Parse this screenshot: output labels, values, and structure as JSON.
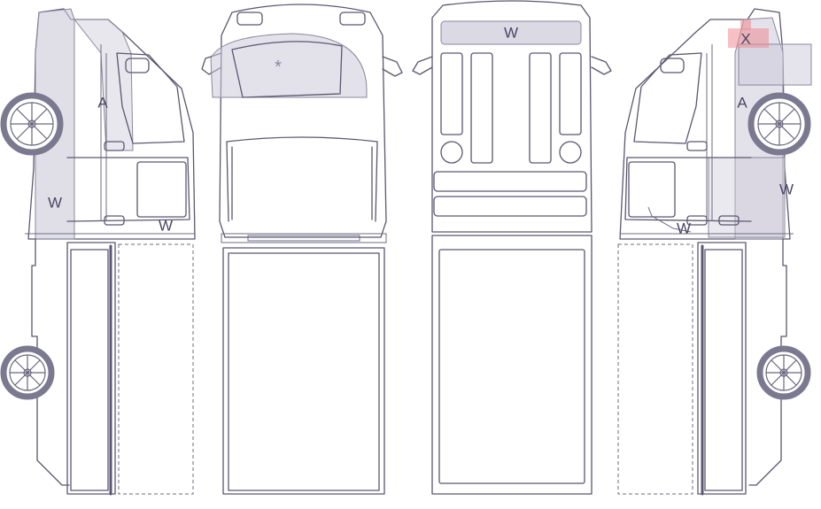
{
  "colors": {
    "outline": "#5a5870",
    "zone_shade": "#ccc9d9",
    "damage_x": "#ef8c94",
    "label": "#4a4860",
    "background": "#ffffff"
  },
  "diagram": {
    "views": [
      {
        "id": "left-side",
        "marks": [
          {
            "id": "left-windscreen-w",
            "text": "W"
          },
          {
            "id": "left-pillar-a",
            "text": "A"
          },
          {
            "id": "left-door-w",
            "text": "W"
          }
        ]
      },
      {
        "id": "top-front",
        "marks": [
          {
            "id": "top-roof-star",
            "text": "*"
          }
        ]
      },
      {
        "id": "rear",
        "marks": [
          {
            "id": "rear-window-w",
            "text": "W"
          }
        ]
      },
      {
        "id": "right-side",
        "marks": [
          {
            "id": "right-damage-x",
            "text": "X"
          },
          {
            "id": "right-pillar-a",
            "text": "A"
          },
          {
            "id": "right-windscreen-w",
            "text": "W"
          },
          {
            "id": "right-door-w",
            "text": "W"
          }
        ]
      }
    ]
  }
}
